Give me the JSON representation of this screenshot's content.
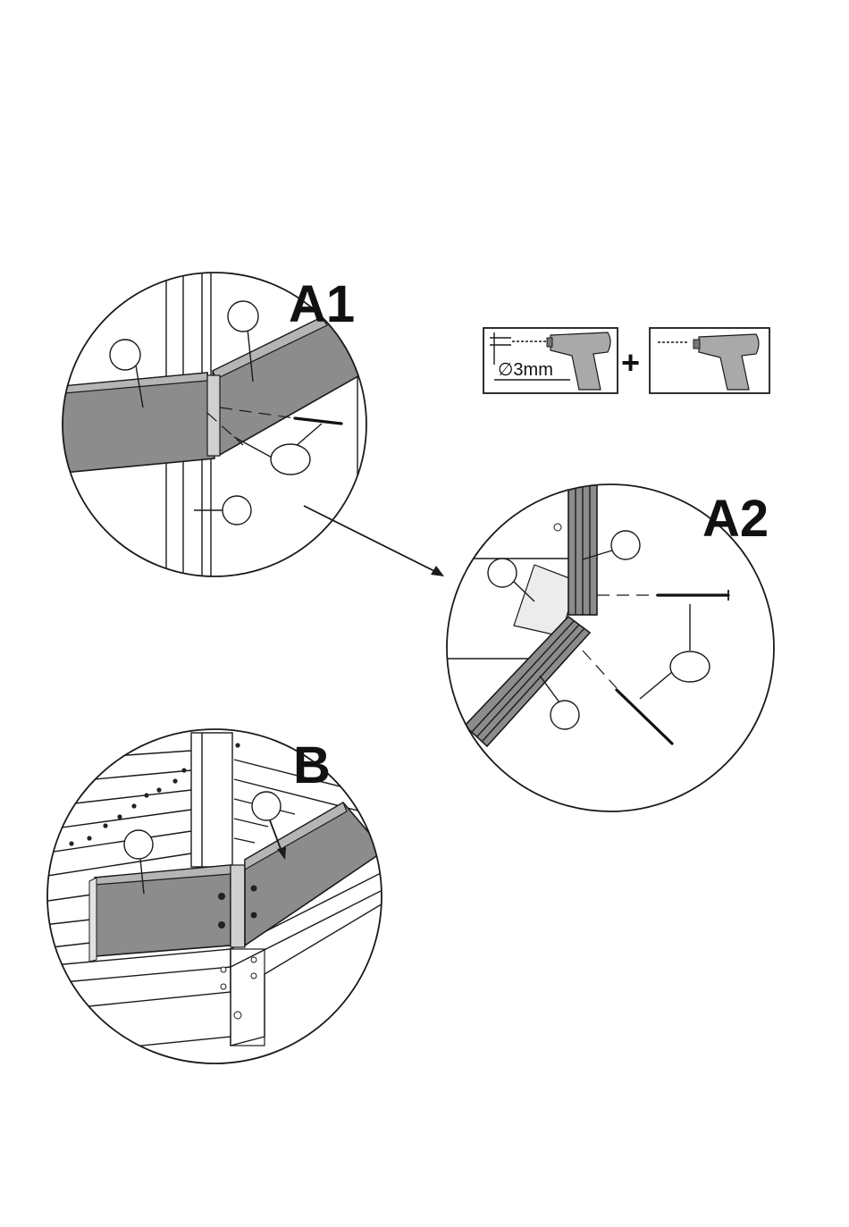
{
  "steps": {
    "a1": "A1",
    "a2": "A2",
    "b": "B"
  },
  "tools": {
    "drill_bit_diameter": "∅3mm",
    "plus_sign": "+",
    "drill_icon": "drill-icon",
    "screwdriver_icon": "power-screwdriver-icon"
  },
  "colors": {
    "board": "#8c8c8c",
    "board_highlight": "#b5b5b5",
    "outline": "#1a1a1a"
  }
}
